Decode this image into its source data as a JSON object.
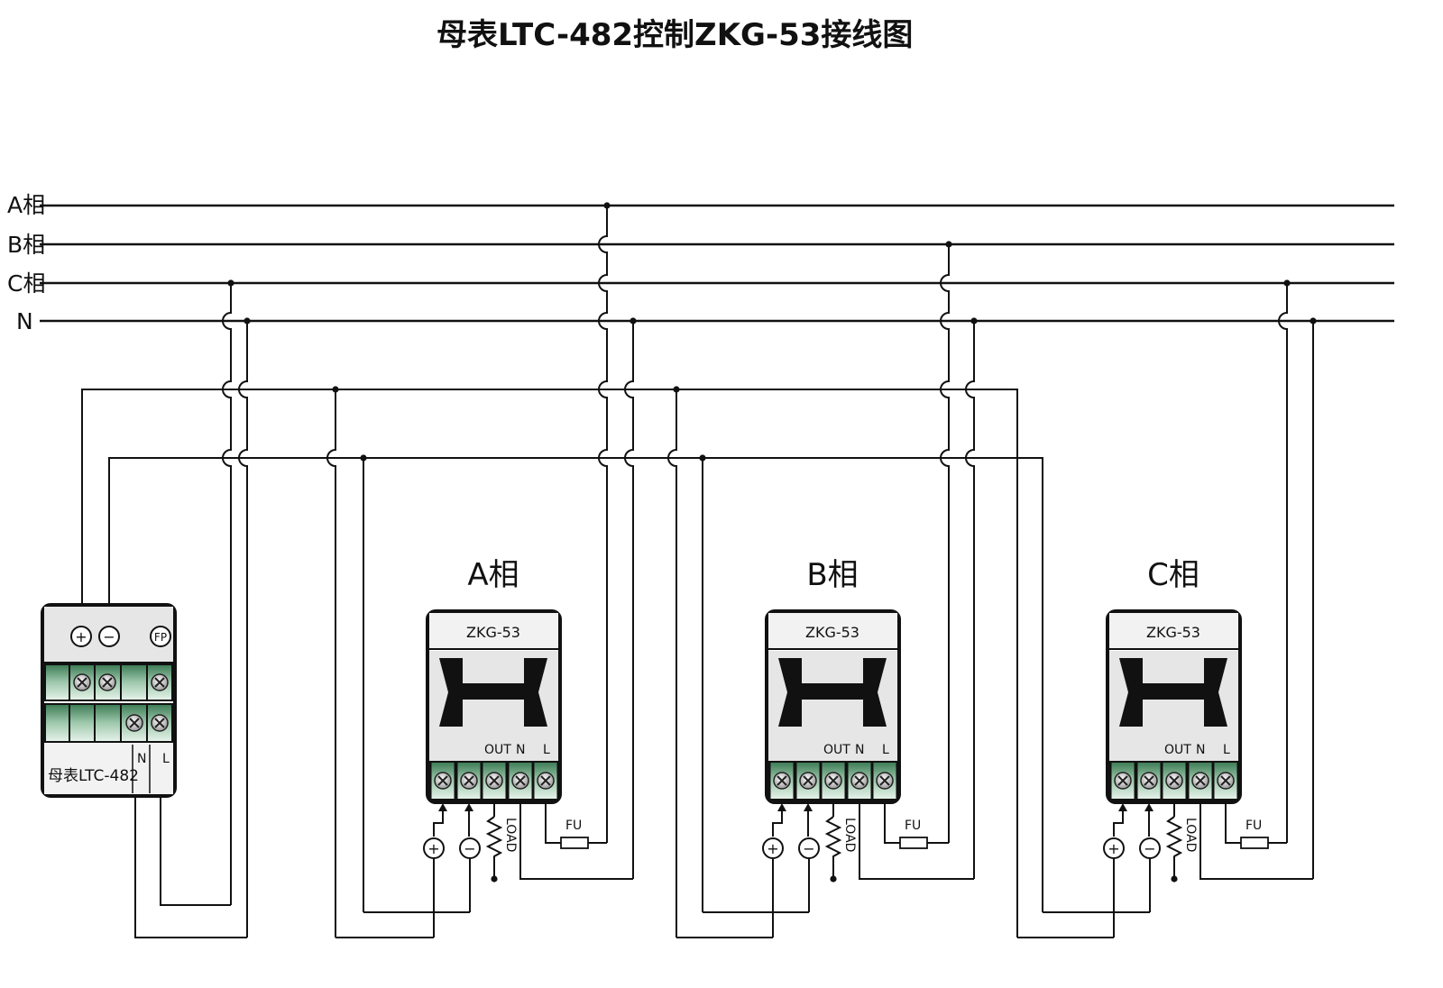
{
  "title": "母表LTC-482控制ZKG-53接线图",
  "bus_lines": [
    {
      "id": "A",
      "label": "A相"
    },
    {
      "id": "B",
      "label": "B相"
    },
    {
      "id": "C",
      "label": "C相"
    },
    {
      "id": "N",
      "label": "N"
    }
  ],
  "master_meter": {
    "label": "母表LTC-482",
    "terminal_plus": "+",
    "terminal_minus": "−",
    "terminal_fp": "FP",
    "terminal_n": "N",
    "terminal_l": "L"
  },
  "controllers": [
    {
      "phase_label": "A相",
      "model": "ZKG-53",
      "out": "OUT",
      "n": "N",
      "l": "L",
      "fuse": "FU",
      "load": "LOAD",
      "plus": "+",
      "minus": "−"
    },
    {
      "phase_label": "B相",
      "model": "ZKG-53",
      "out": "OUT",
      "n": "N",
      "l": "L",
      "fuse": "FU",
      "load": "LOAD",
      "plus": "+",
      "minus": "−"
    },
    {
      "phase_label": "C相",
      "model": "ZKG-53",
      "out": "OUT",
      "n": "N",
      "l": "L",
      "fuse": "FU",
      "load": "LOAD",
      "plus": "+",
      "minus": "−"
    }
  ],
  "colors": {
    "wire": "#111111",
    "terminal_green": "#5f9a74",
    "panel_gray": "#e6e6e6",
    "label_strip": "#f2f2f2"
  }
}
